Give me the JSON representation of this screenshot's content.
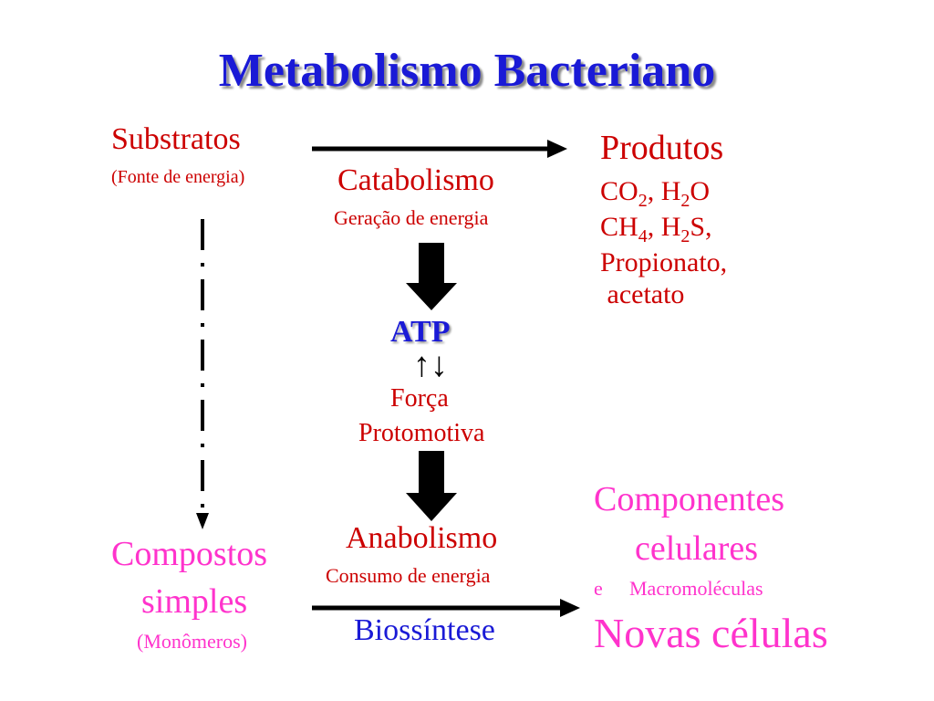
{
  "title": "Metabolismo Bacteriano",
  "substratos": {
    "label": "Substratos",
    "sub": "(Fonte de energia)"
  },
  "catabolismo": {
    "label": "Catabolismo",
    "sub": "Geração de energia"
  },
  "produtos": {
    "label": "Produtos",
    "lines": [
      {
        "parts": [
          "CO",
          "2",
          ", H",
          "2",
          "O"
        ]
      },
      {
        "parts": [
          "CH",
          "4",
          ", H",
          "2",
          "S,"
        ]
      },
      {
        "text": "Propionato,"
      },
      {
        "text": " acetato"
      }
    ]
  },
  "atp": {
    "label": "ATP",
    "arrows": "↑↓"
  },
  "forca": {
    "line1": "Força",
    "line2": "Protomotiva"
  },
  "compostos": {
    "line1": "Compostos",
    "line2": "simples",
    "sub": "(Monômeros)"
  },
  "anabolismo": {
    "label": "Anabolismo",
    "sub": "Consumo de energia"
  },
  "biossintese": {
    "label": "Biossíntese"
  },
  "componentes": {
    "line1": "Componentes",
    "line2": "celulares",
    "conj": "e",
    "macro": "Macromoléculas",
    "novas": "Novas células"
  },
  "colors": {
    "title": "#1a1ad6",
    "red": "#cc0000",
    "magenta": "#ff33cc",
    "arrow": "#000000"
  }
}
